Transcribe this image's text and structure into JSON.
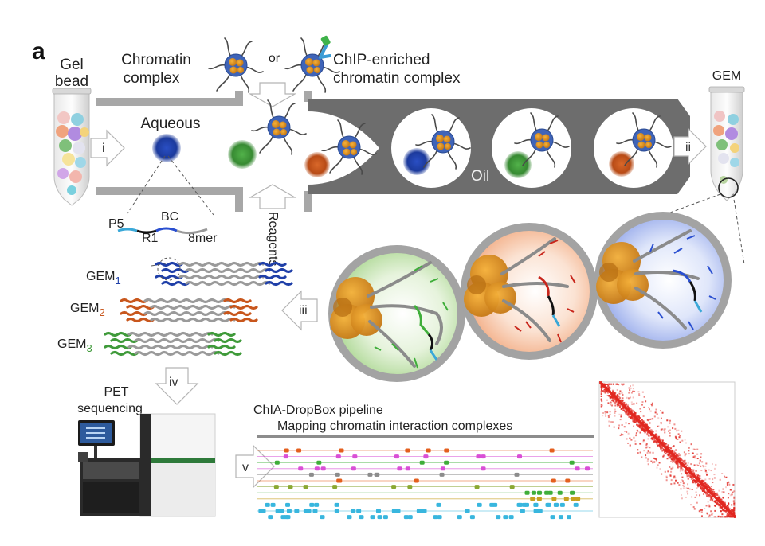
{
  "panel_label": "a",
  "labels": {
    "gel_bead": [
      "Gel",
      "bead"
    ],
    "chromatin_complex": [
      "Chromatin",
      "complex"
    ],
    "or": "or",
    "chip_complex": [
      "ChIP-enriched",
      "chromatin complex"
    ],
    "gem_tube": "GEM",
    "aqueous": "Aqueous",
    "oil": "Oil",
    "reagents": "Reagents",
    "barcode": {
      "p5": "P5",
      "bc": "BC",
      "r1": "R1",
      "umi": "8mer"
    },
    "gem1": "GEM",
    "gem1_sub": "1",
    "gem2": "GEM",
    "gem2_sub": "2",
    "gem3": "GEM",
    "gem3_sub": "3",
    "pet": [
      "PET",
      "sequencing"
    ],
    "pipeline_title": "ChIA-DropBox pipeline",
    "pipeline_subtitle": "Mapping chromatin interaction complexes"
  },
  "steps": {
    "i": "i",
    "ii": "ii",
    "iii": "iii",
    "iv": "iv",
    "v": "v"
  },
  "colors": {
    "blue": "#1f3fa8",
    "green": "#3f9a3a",
    "orange": "#c8561c",
    "channel": "#9a9a9a",
    "oil": "#6e6e6e",
    "heatmap": "#e0261f",
    "cyan": "#38b6de",
    "magenta": "#d94fd6",
    "olive": "#8aa832"
  },
  "icons": [
    "chromatin-complex-icon",
    "antibody-icon",
    "gel-bead-tube-icon",
    "gem-tube-icon",
    "sequencer-icon",
    "heatmap-matrix"
  ]
}
